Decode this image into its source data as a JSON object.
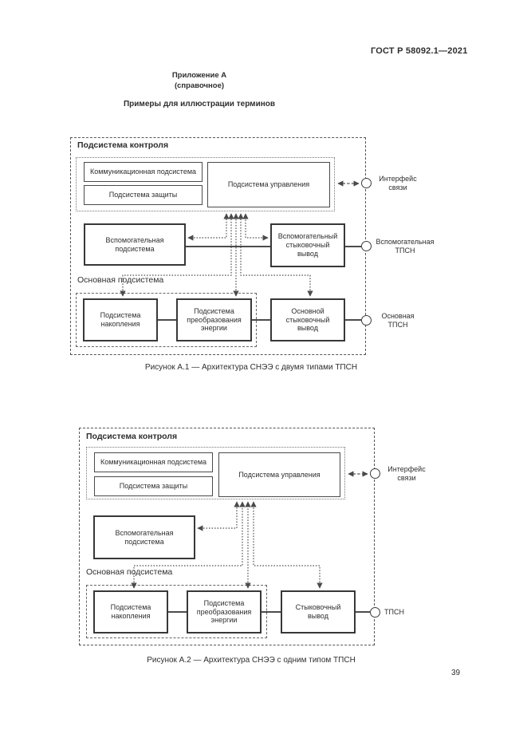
{
  "page": {
    "doc_number": "ГОСТ Р 58092.1—2021",
    "appendix_heading": "Приложение А",
    "appendix_type": "(справочное)",
    "section_title": "Примеры для иллюстрации терминов",
    "page_number": "39"
  },
  "fig1": {
    "control_group_label": "Подсистема контроля",
    "communication_box": "Коммуникационная подсистема",
    "protection_box": "Подсистема защиты",
    "management_box": "Подсистема управления",
    "interface_port_label": "Интерфейс\nсвязи",
    "aux_subsystem_box": "Вспомогательная\nподсистема",
    "aux_dock_box": "Вспомогательный\nстыковочный\nвывод",
    "aux_port_label": "Вспомогательная\nТПСН",
    "main_group_label": "Основная подсистема",
    "storage_box": "Подсистема\nнакопления",
    "conversion_box": "Подсистема\nпреобразования\nэнергии",
    "main_dock_box": "Основной\nстыковочный\nвывод",
    "main_port_label": "Основная\nТПСН",
    "caption": "Рисунок А.1 — Архитектура СНЭЭ с двумя типами ТПСН"
  },
  "fig2": {
    "control_group_label": "Подсистема контроля",
    "communication_box": "Коммуникационная подсистема",
    "protection_box": "Подсистема защиты",
    "management_box": "Подсистема управления",
    "interface_port_label": "Интерфейс\nсвязи",
    "aux_subsystem_box": "Вспомогательная\nподсистема",
    "main_group_label": "Основная подсистема",
    "storage_box": "Подсистема\nнакопления",
    "conversion_box": "Подсистема\nпреобразования\nэнергии",
    "dock_box": "Стыковочный\nвывод",
    "port_label": "ТПСН",
    "caption": "Рисунок А.2 — Архитектура СНЭЭ с одним типом ТПСН"
  },
  "colors": {
    "line": "#4a4a4a",
    "text": "#2e2e2e",
    "page_bg": "#ffffff"
  }
}
